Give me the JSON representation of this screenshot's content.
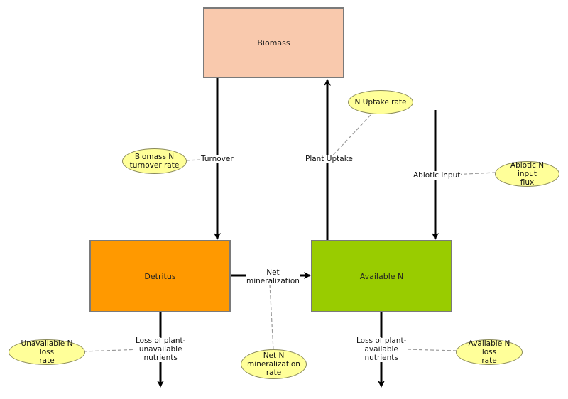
{
  "stocks": {
    "biomass": {
      "label": "Biomass",
      "color": "#f9c9ad"
    },
    "detritus": {
      "label": "Detritus",
      "color": "#ff9900"
    },
    "available_n": {
      "label": "Available N",
      "color": "#99cc00"
    }
  },
  "flows": {
    "turnover": "Turnover",
    "plant_uptake": "Plant Uptake",
    "abiotic_input": "Abiotic input",
    "net_mineralization": "Net\nmineralization",
    "loss_unavailable": "Loss of plant-\nunavailable\nnutrients",
    "loss_available": "Loss of plant-\navailable\nnutrients"
  },
  "parameters": {
    "biomass_turnover": "Biomass N\nturnover rate",
    "n_uptake": "N Uptake rate",
    "abiotic_flux": "Abiotic N input\nflux",
    "net_mineralization_rate": "Net N\nmineralization\nrate",
    "unavailable_loss": "Unavailable N loss\nrate",
    "available_loss": "Available N loss\nrate"
  }
}
